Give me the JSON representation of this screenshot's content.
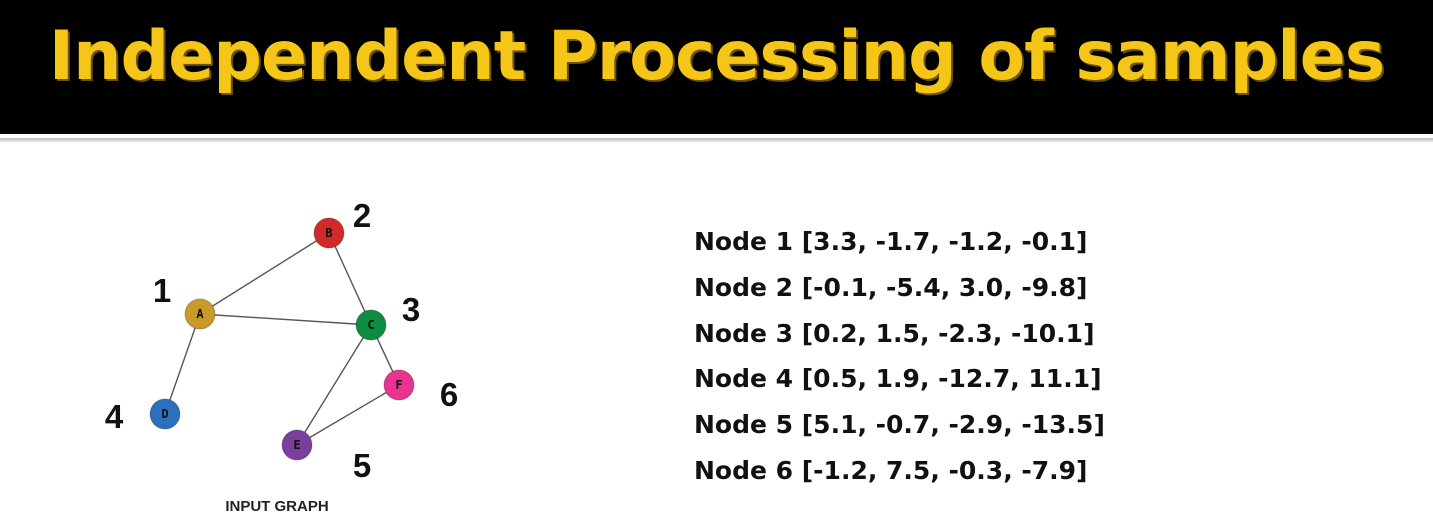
{
  "title": "Independent Processing of samples",
  "colors": {
    "title": "#f5c518",
    "title_bar": "#000000",
    "edge": "#555555"
  },
  "graph": {
    "caption": "INPUT GRAPH",
    "nodes": [
      {
        "id": "A",
        "letter": "A",
        "number": "1",
        "color": "#c9992a"
      },
      {
        "id": "B",
        "letter": "B",
        "number": "2",
        "color": "#d12a2a"
      },
      {
        "id": "C",
        "letter": "C",
        "number": "3",
        "color": "#0e8c3f"
      },
      {
        "id": "D",
        "letter": "D",
        "number": "4",
        "color": "#2d6fbf"
      },
      {
        "id": "E",
        "letter": "E",
        "number": "5",
        "color": "#7a3f9d"
      },
      {
        "id": "F",
        "letter": "F",
        "number": "6",
        "color": "#e8338f"
      }
    ],
    "edges": [
      [
        "A",
        "B"
      ],
      [
        "A",
        "C"
      ],
      [
        "B",
        "C"
      ],
      [
        "A",
        "D"
      ],
      [
        "C",
        "E"
      ],
      [
        "C",
        "F"
      ],
      [
        "E",
        "F"
      ]
    ]
  },
  "features": [
    "Node 1 [3.3, -1.7, -1.2, -0.1]",
    "Node 2 [-0.1, -5.4, 3.0, -9.8]",
    "Node 3 [0.2, 1.5, -2.3, -10.1]",
    "Node 4 [0.5, 1.9, -12.7, 11.1]",
    "Node 5 [5.1, -0.7, -2.9, -13.5]",
    "Node 6 [-1.2, 7.5, -0.3, -7.9]"
  ]
}
